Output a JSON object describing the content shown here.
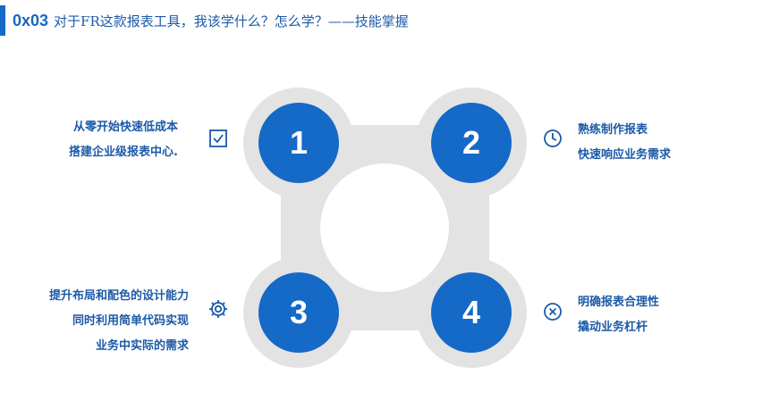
{
  "header": {
    "number": "0x03",
    "title": "对于FR这款报表工具，我该学什么？怎么学？——技能掌握"
  },
  "items": [
    {
      "number": "1",
      "icon": "checkbox-icon",
      "lines": [
        "从零开始快速低成本",
        "搭建企业级报表中心."
      ]
    },
    {
      "number": "2",
      "icon": "clock-icon",
      "lines": [
        "熟练制作报表",
        "快速响应业务需求"
      ]
    },
    {
      "number": "3",
      "icon": "gear-icon",
      "lines": [
        "提升布局和配色的设计能力",
        "同时利用简单代码实现",
        "业务中实际的需求"
      ]
    },
    {
      "number": "4",
      "icon": "close-circle-icon",
      "lines": [
        "明确报表合理性",
        "撬动业务杠杆"
      ]
    }
  ],
  "colors": {
    "accent": "#1569c7",
    "text": "#1c5aa8",
    "shape": "#e3e3e3"
  }
}
